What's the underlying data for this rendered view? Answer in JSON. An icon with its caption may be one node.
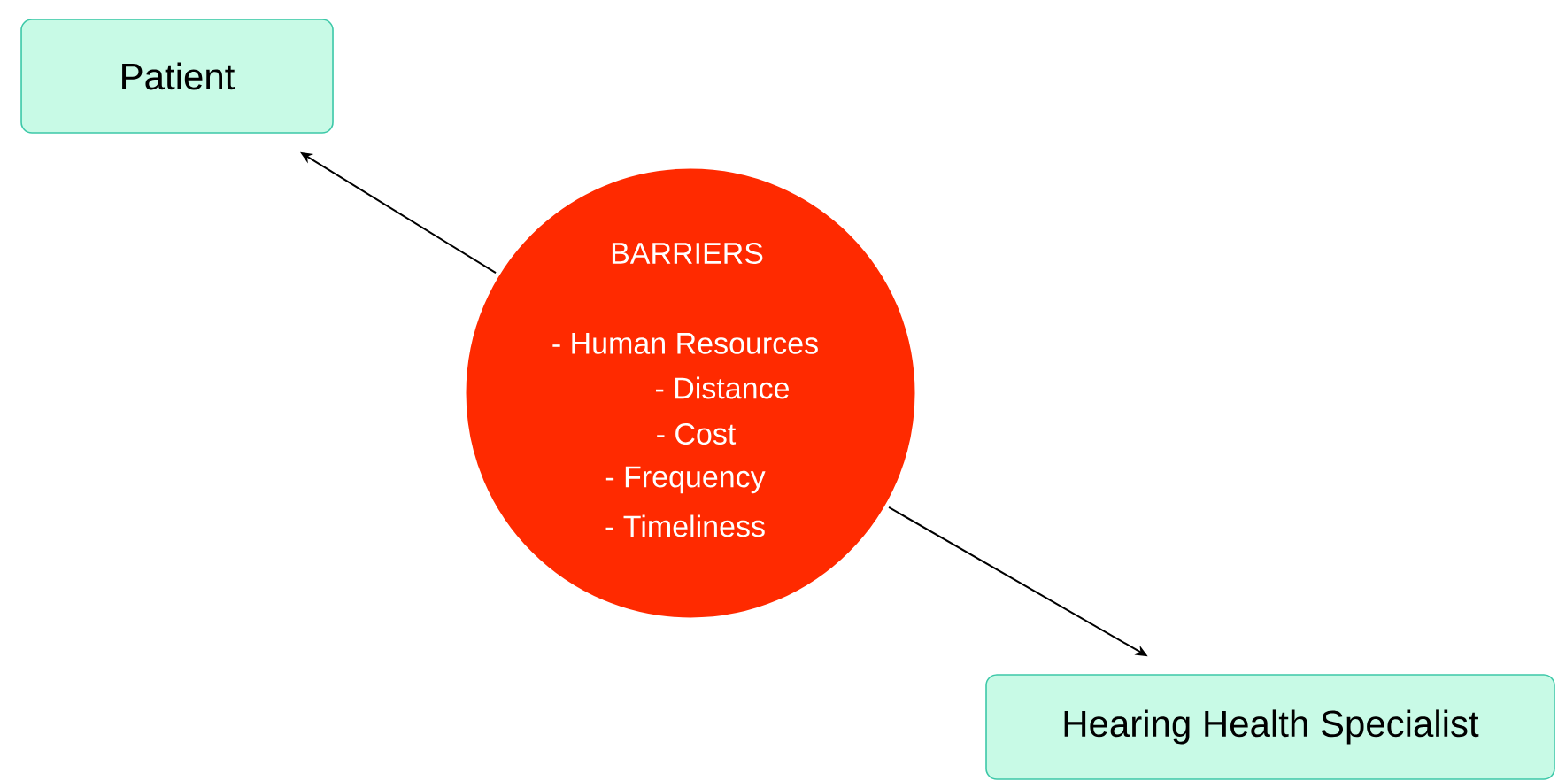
{
  "diagram": {
    "nodes": [
      {
        "text": [
          "Patient"
        ]
      },
      {
        "text": [
          "BARRIERS",
          "- Human Resources",
          "- Distance",
          "- Cost",
          "- Frequency",
          "- Timeliness"
        ]
      },
      {
        "text": [
          "Hearing Health Specialist"
        ]
      }
    ],
    "edges": [
      {
        "from": 1,
        "to": 0,
        "arrow": "to"
      },
      {
        "from": 1,
        "to": 2,
        "arrow": "to"
      }
    ]
  }
}
